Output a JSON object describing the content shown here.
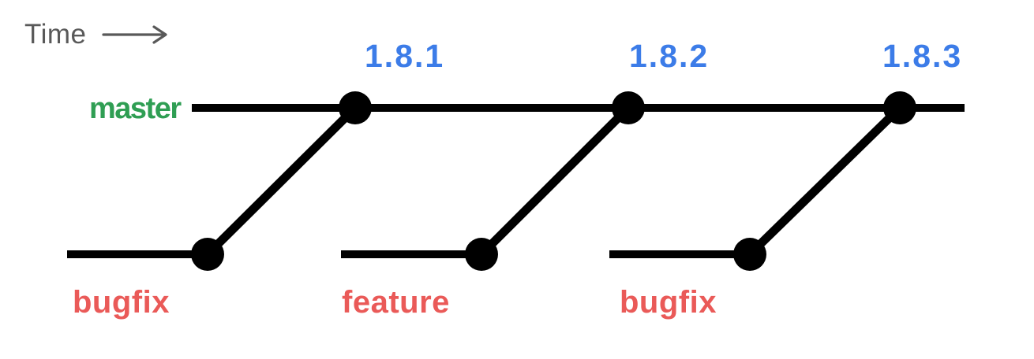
{
  "diagram": {
    "title_hint": "git release branching diagram",
    "time_label": "Time",
    "master_label": "master",
    "tags": [
      "1.8.1",
      "1.8.2",
      "1.8.3"
    ],
    "branches": [
      "bugfix",
      "feature",
      "bugfix"
    ],
    "merges": [
      {
        "from": "bugfix",
        "into": "master",
        "tag": "1.8.1"
      },
      {
        "from": "feature",
        "into": "master",
        "tag": "1.8.2"
      },
      {
        "from": "bugfix",
        "into": "master",
        "tag": "1.8.3"
      }
    ],
    "colors": {
      "line": "#000000",
      "master": "#2F9E53",
      "tag": "#3C7CE8",
      "topic": "#EA5A58",
      "time": "#595959",
      "bg": "#ffffff"
    }
  }
}
